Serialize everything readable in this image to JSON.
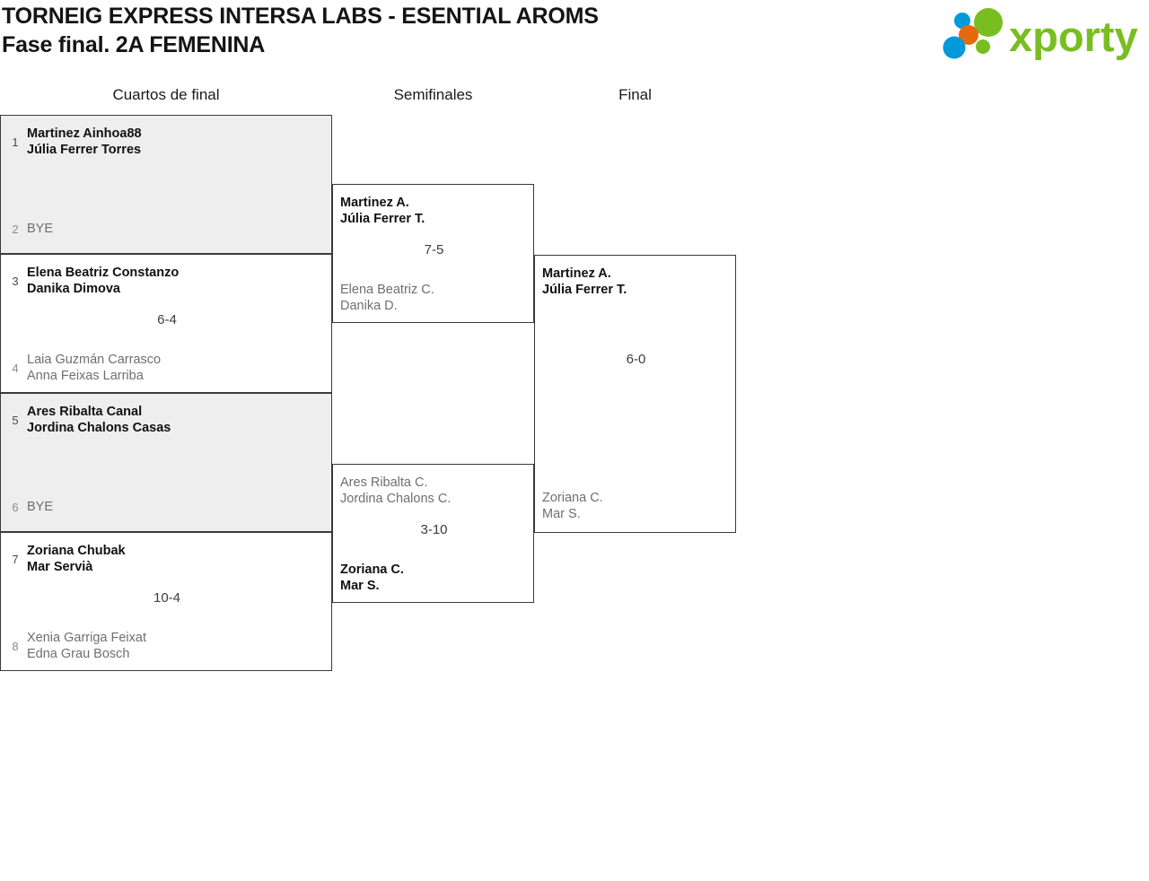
{
  "header": {
    "title_line1": "TORNEIG EXPRESS INTERSA LABS - ESENTIAL AROMS",
    "title_line2": "Fase final. 2A FEMENINA",
    "logo_text": "xporty",
    "logo_colors": {
      "green": "#78BE20",
      "blue": "#0099DA",
      "orange": "#E8690B"
    }
  },
  "rounds": [
    {
      "key": "qf",
      "label": "Cuartos de final"
    },
    {
      "key": "sf",
      "label": "Semifinales"
    },
    {
      "key": "f",
      "label": "Final"
    }
  ],
  "quarterfinals": [
    {
      "shaded": true,
      "score": "",
      "top": {
        "seed": "1",
        "line1": "Martinez Ainhoa88",
        "line2": "Júlia Ferrer Torres",
        "winner": true
      },
      "bottom": {
        "seed": "2",
        "line1": "BYE",
        "line2": "",
        "winner": false,
        "bye": true
      }
    },
    {
      "shaded": false,
      "score": "6-4",
      "top": {
        "seed": "3",
        "line1": "Elena Beatriz Constanzo",
        "line2": "Danika Dimova",
        "winner": true
      },
      "bottom": {
        "seed": "4",
        "line1": "Laia Guzmán Carrasco",
        "line2": "Anna Feixas Larriba",
        "winner": false
      }
    },
    {
      "shaded": true,
      "score": "",
      "top": {
        "seed": "5",
        "line1": "Ares Ribalta Canal",
        "line2": "Jordina Chalons Casas",
        "winner": true
      },
      "bottom": {
        "seed": "6",
        "line1": "BYE",
        "line2": "",
        "winner": false,
        "bye": true
      }
    },
    {
      "shaded": false,
      "score": "10-4",
      "top": {
        "seed": "7",
        "line1": "Zoriana Chubak",
        "line2": "Mar Servià",
        "winner": true
      },
      "bottom": {
        "seed": "8",
        "line1": "Xenia Garriga Feixat",
        "line2": "Edna Grau Bosch",
        "winner": false
      }
    }
  ],
  "semifinals": [
    {
      "score": "7-5",
      "top": {
        "line1": "Martinez A.",
        "line2": "Júlia Ferrer T.",
        "winner": true
      },
      "bottom": {
        "line1": "Elena Beatriz C.",
        "line2": "Danika D.",
        "winner": false
      }
    },
    {
      "score": "3-10",
      "top": {
        "line1": "Ares Ribalta C.",
        "line2": "Jordina Chalons C.",
        "winner": false
      },
      "bottom": {
        "line1": "Zoriana C.",
        "line2": "Mar S.",
        "winner": true
      }
    }
  ],
  "final": {
    "score": "6-0",
    "top": {
      "line1": "Martinez A.",
      "line2": "Júlia Ferrer T.",
      "winner": true
    },
    "bottom": {
      "line1": "Zoriana C.",
      "line2": "Mar S.",
      "winner": false
    }
  }
}
